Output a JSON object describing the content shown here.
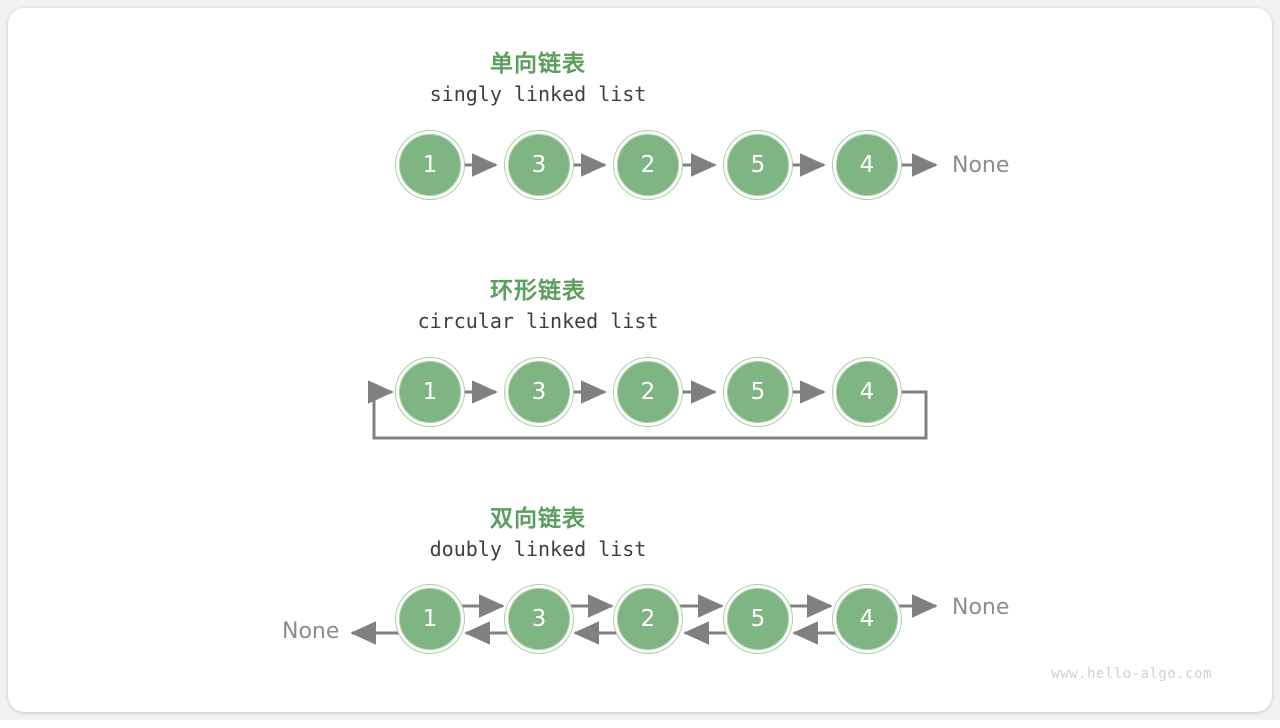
{
  "page": {
    "background": "#f2f2f2",
    "card_background": "#ffffff",
    "watermark": "www.hello-algo.com"
  },
  "colors": {
    "node_fill": "#7fb582",
    "node_ring_outer": "#a8cfa6",
    "node_ring_inner": "#ffffff",
    "node_text": "#ffffff",
    "arrow": "#808080",
    "title_green": "#5c9e5d",
    "subtitle_gray": "#3f3f3f",
    "none_gray": "#8c8c8c",
    "watermark_gray": "#d0d0d0"
  },
  "sections": [
    {
      "id": "singly",
      "cn_title": "单向链表",
      "en_title": "singly linked list",
      "nodes": [
        "1",
        "3",
        "2",
        "5",
        "4"
      ],
      "tail_label": "None",
      "head_label": "",
      "direction": "forward"
    },
    {
      "id": "circular",
      "cn_title": "环形链表",
      "en_title": "circular linked list",
      "nodes": [
        "1",
        "3",
        "2",
        "5",
        "4"
      ],
      "tail_label": "",
      "head_label": "",
      "direction": "forward-loop"
    },
    {
      "id": "doubly",
      "cn_title": "双向链表",
      "en_title": "doubly linked list",
      "nodes": [
        "1",
        "3",
        "2",
        "5",
        "4"
      ],
      "tail_label": "None",
      "head_label": "None",
      "direction": "bidirectional"
    }
  ]
}
